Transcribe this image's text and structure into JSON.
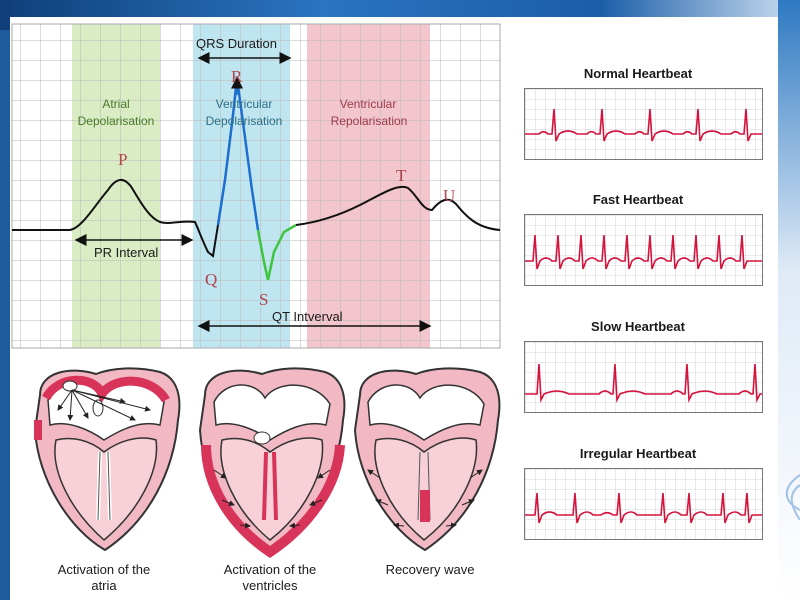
{
  "ecg": {
    "qrs_duration": "QRS Duration",
    "atrial_depolarisation": [
      "Atrial",
      "Depolarisation"
    ],
    "ventricular_depolarisation": [
      "Ventricular",
      "Depolarisation"
    ],
    "ventricular_repolarisation": [
      "Ventricular",
      "Repolarisation"
    ],
    "p_label": "P",
    "q_label": "Q",
    "r_label": "R",
    "s_label": "S",
    "t_label": "T",
    "u_label": "U",
    "pr_interval": "PR Interval",
    "qt_interval": "QT Intverval"
  },
  "heartbeats": {
    "normal": "Normal Heartbeat",
    "fast": "Fast Heartbeat",
    "slow": "Slow Heartbeat",
    "irregular": "Irregular Heartbeat"
  },
  "hearts": {
    "atria": [
      "Activation of the",
      "atria"
    ],
    "ventricles": [
      "Activation of the",
      "ventricles"
    ],
    "recovery": [
      "Recovery wave"
    ]
  },
  "colors": {
    "atrial_band": "#d9ecc4",
    "ventricular_depol_band": "#bfe6f0",
    "ventricular_repol_band": "#f3c5cc",
    "ecg_trace": "#111111",
    "qrs_blue": "#1e6fd0",
    "qrs_green": "#3ec43e",
    "strip_red": "#d6133c",
    "heart_pink": "#f2b8c3",
    "heart_red": "#d8345a"
  }
}
